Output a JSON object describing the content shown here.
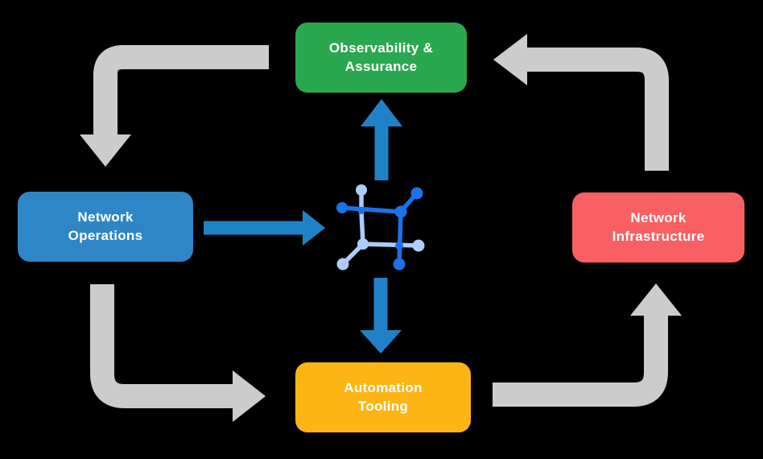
{
  "title": "Network automation lifecycle diagram",
  "colors": {
    "background": "#000000",
    "green": "#2aa84f",
    "blue": "#2e86c6",
    "red": "#f96063",
    "yellow": "#fcb515",
    "arrow_gray": "#cccccc",
    "arrow_blue": "#1f82c6",
    "icon_dark_blue": "#1a73e8",
    "icon_light_blue": "#aecbfa",
    "text": "#ffffff"
  },
  "nodes": [
    {
      "id": "observability-assurance",
      "label": "Observability &\nAssurance",
      "color": "#2aa84f",
      "position": "top"
    },
    {
      "id": "network-operations",
      "label": "Network\nOperations",
      "color": "#2e86c6",
      "position": "left"
    },
    {
      "id": "network-infrastructure",
      "label": "Network\nInfrastructure",
      "color": "#f96063",
      "position": "right"
    },
    {
      "id": "automation-tooling",
      "label": "Automation\nTooling",
      "color": "#fcb515",
      "position": "bottom"
    }
  ],
  "center_icon": "network-automation-icon",
  "flow": {
    "outer_cycle_arrows": [
      {
        "from": "Observability & Assurance",
        "to": "Network Operations",
        "color": "#cccccc"
      },
      {
        "from": "Network Operations",
        "to": "Automation Tooling",
        "color": "#cccccc"
      },
      {
        "from": "Automation Tooling",
        "to": "Network Infrastructure",
        "color": "#cccccc"
      },
      {
        "from": "Network Infrastructure",
        "to": "Observability & Assurance",
        "color": "#cccccc"
      }
    ],
    "center_arrows": [
      {
        "from": "Network Operations",
        "to": "center-icon",
        "color": "#1f82c6"
      },
      {
        "from": "center-icon",
        "to": "Observability & Assurance",
        "color": "#1f82c6"
      },
      {
        "from": "center-icon",
        "to": "Automation Tooling",
        "color": "#1f82c6"
      }
    ]
  }
}
